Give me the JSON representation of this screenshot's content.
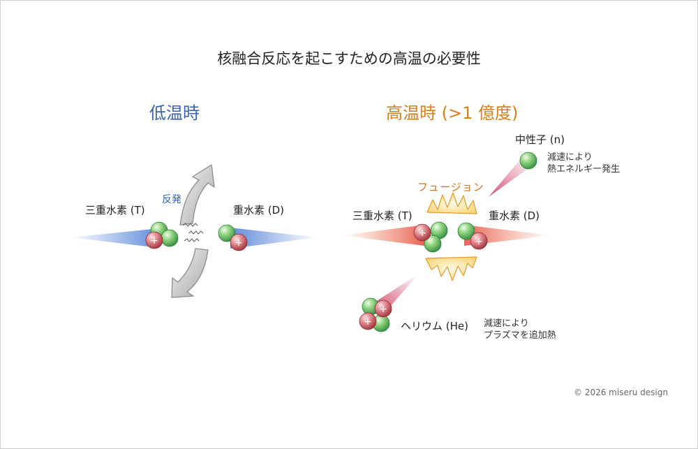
{
  "title": "核融合反応を起こすための高温の必要性",
  "low_temp": {
    "heading": "低温時",
    "tritium_label": "三重水素 (T)",
    "deuterium_label": "重水素 (D)",
    "repulsion_label": "反発"
  },
  "high_temp": {
    "heading": "高温時 (>1 億度)",
    "tritium_label": "三重水素 (T)",
    "deuterium_label": "重水素 (D)",
    "fusion_label": "フュージョン",
    "neutron": {
      "label": "中性子 (n)",
      "note_line1": "減速により",
      "note_line2": "熱エネルギー発生"
    },
    "helium": {
      "label": "ヘリウム (He)",
      "note_line1": "減速により",
      "note_line2": "プラズマを追加熱"
    }
  },
  "colors": {
    "proton": "#d4606a",
    "neutron": "#6cc36a",
    "cold_beam": "#4f7fd6",
    "hot_beam": "#e8735a",
    "fusion_flash": "#f2c14e"
  },
  "copyright": "© 2026 miseru design"
}
